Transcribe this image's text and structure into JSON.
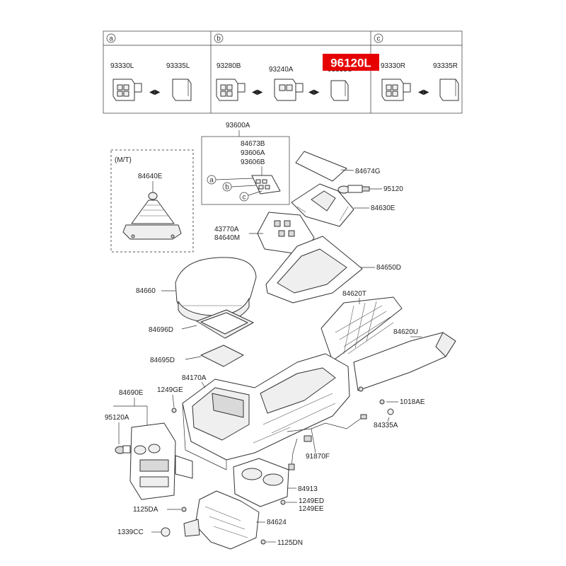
{
  "table": {
    "sections": [
      {
        "letter": "a",
        "parts": [
          "93330L",
          "93335L"
        ]
      },
      {
        "letter": "b",
        "parts": [
          "93280B",
          "93240A",
          "93335C"
        ]
      },
      {
        "letter": "c",
        "parts": [
          "93330R",
          "93335R"
        ]
      }
    ]
  },
  "highlight": {
    "label": "96120L",
    "color": "#e60000"
  },
  "mt_box": {
    "title": "(M/T)",
    "part": "84640E"
  },
  "switch_group": {
    "header": "93600A",
    "parts": [
      "84673B",
      "93606A",
      "93606B"
    ],
    "callouts": [
      "a",
      "b",
      "c"
    ]
  },
  "labels": {
    "l84674G": "84674G",
    "l95120": "95120",
    "l84630E": "84630E",
    "l43770A": "43770A",
    "l84640M": "84640M",
    "l84650D": "84650D",
    "l84660": "84660",
    "l84620T": "84620T",
    "l84696D": "84696D",
    "l84620U": "84620U",
    "l84695D": "84695D",
    "l84170A": "84170A",
    "l84690E": "84690E",
    "l1249GE": "1249GE",
    "l1018AE": "1018AE",
    "l95120A": "95120A",
    "l84335A": "84335A",
    "l91870F": "91870F",
    "l84913": "84913",
    "l1249ED": "1249ED",
    "l1249EE": "1249EE",
    "l1125DA": "1125DA",
    "l84624": "84624",
    "l1339CC": "1339CC",
    "l1125DN": "1125DN"
  }
}
